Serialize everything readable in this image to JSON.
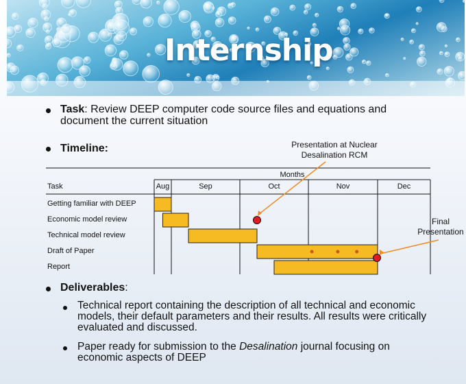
{
  "title": "Internship",
  "task": {
    "label": "Task",
    "text_line1": ": Review DEEP computer code source files and equations and",
    "text_line2": "document  the current situation"
  },
  "timeline": {
    "label": "Timeline:"
  },
  "annotations": {
    "rcm_line1": "Presentation at Nuclear",
    "rcm_line2": "Desalination RCM",
    "final_line1": "Final",
    "final_line2": "Presentation"
  },
  "chart_data": {
    "type": "gantt",
    "header_group": "Months",
    "task_column_label": "Task",
    "months": [
      "Aug",
      "Sep",
      "Oct",
      "Nov",
      "Dec"
    ],
    "tasks": [
      {
        "name": "Getting familiar with DEEP",
        "start_month": 0.0,
        "end_month": 2.0
      },
      {
        "name": "Economic model review",
        "start_month": 1.0,
        "end_month": 2.5
      },
      {
        "name": "Technical model review",
        "start_month": 2.5,
        "end_month": 4.5
      },
      {
        "name": "Draft of Paper",
        "start_month": 4.5,
        "end_month": 8.0
      },
      {
        "name": "Report",
        "start_month": 5.0,
        "end_month": 8.0
      }
    ],
    "milestones": [
      {
        "label": "Presentation at Nuclear Desalination RCM",
        "month": 4.5,
        "task": 1
      },
      {
        "label": "Final Presentation",
        "month": 8.0,
        "task": 3
      }
    ],
    "minor_points": [
      {
        "task": 3,
        "month": 6.1
      },
      {
        "task": 3,
        "month": 6.85
      },
      {
        "task": 3,
        "month": 7.4
      }
    ],
    "colors": {
      "bar": "#f6bb22",
      "bar_border": "#222222",
      "milestone": "#e01b24",
      "arrow": "#f08a24",
      "minor_point": "#c65a1e"
    }
  },
  "deliverables": {
    "label": "Deliverables",
    "colon": ":",
    "items": [
      {
        "lines": [
          "Technical report containing the description of all technical and economic",
          "models, their default parameters and their results. All results were critically",
          "evaluated and discussed."
        ]
      },
      {
        "prefix": "Paper ready for submission to the ",
        "italic": "Desalination",
        "suffix_line1": " journal focusing on",
        "line2": "economic aspects of DEEP"
      }
    ]
  }
}
